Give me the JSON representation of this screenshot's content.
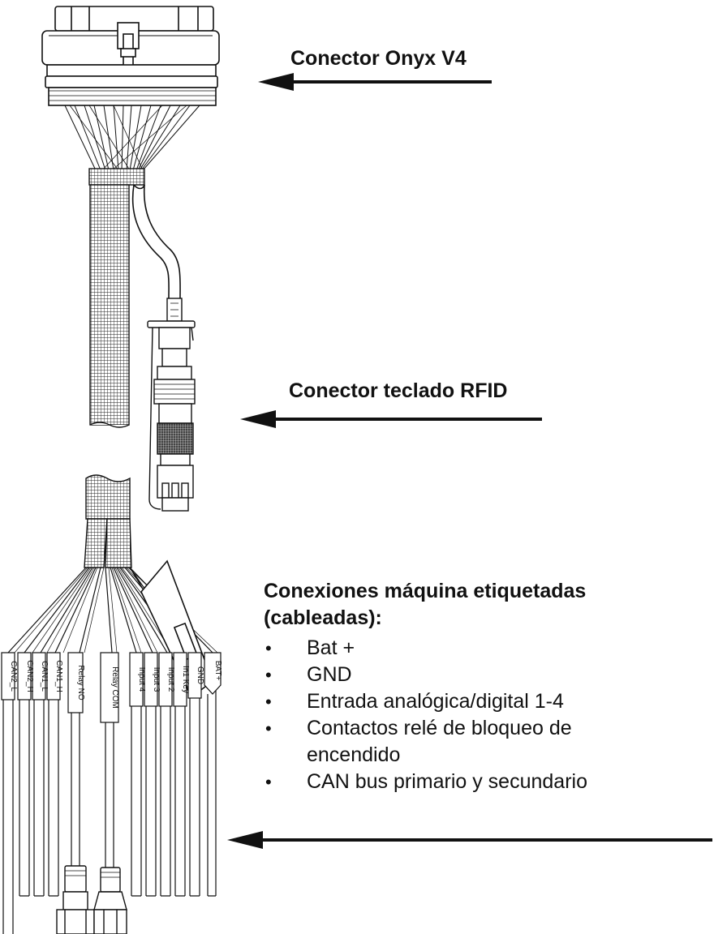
{
  "callouts": {
    "onyx": "Conector Onyx V4",
    "rfid": "Conector teclado RFID",
    "connections_title": "Conexiones máquina etiquetadas (cableadas):"
  },
  "connections": [
    "Bat +",
    "GND",
    "Entrada analógica/digital 1-4",
    "Contactos relé de bloqueo de encendido",
    "CAN bus primario y secundario"
  ],
  "wire_labels": [
    "CAN2_L",
    "CAN2_H",
    "CAN1_L",
    "CAN1_H",
    "Relay NO",
    "Relay COM",
    "Input 4",
    "Input 3",
    "Input 2",
    "In1 Key",
    "GND",
    "BAT+"
  ],
  "colors": {
    "ink": "#111111",
    "background": "#ffffff"
  }
}
